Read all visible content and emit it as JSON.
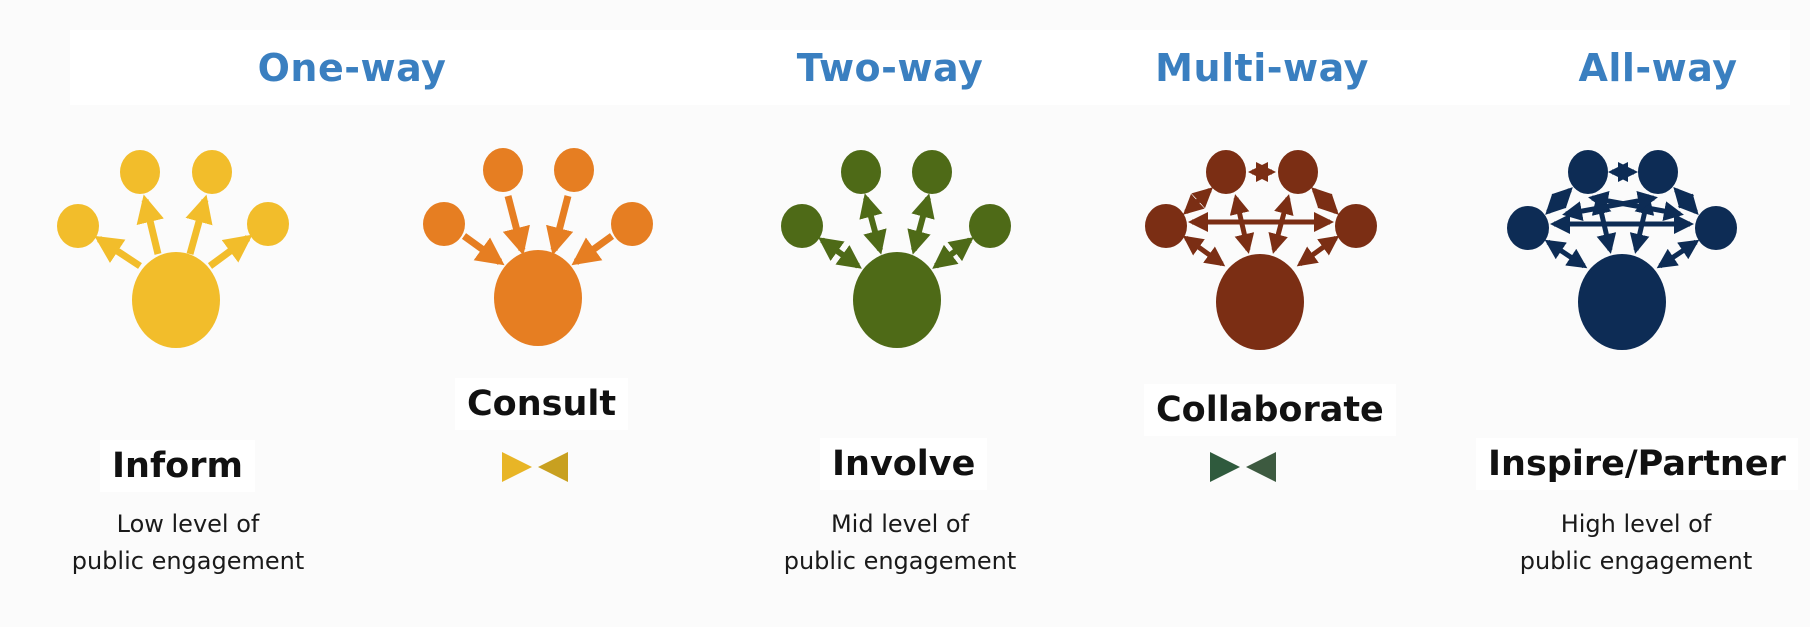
{
  "categories": {
    "one_way": "One-way",
    "two_way": "Two-way",
    "multi_way": "Multi-way",
    "all_way": "All-way"
  },
  "levels": {
    "inform": "Inform",
    "consult": "Consult",
    "involve": "Involve",
    "collaborate": "Collaborate",
    "inspire": "Inspire/Partner"
  },
  "captions": {
    "low": {
      "line1": "Low level of",
      "line2": "public engagement"
    },
    "mid": {
      "line1": "Mid level of",
      "line2": "public engagement"
    },
    "high": {
      "line1": "High level of",
      "line2": "public engagement"
    }
  },
  "colors": {
    "inform": "#f2bd2b",
    "consult": "#e67e22",
    "involve": "#4e6a17",
    "collaborate": "#7b2e14",
    "inspire": "#0d2c55",
    "category_text": "#3a7fc0"
  }
}
